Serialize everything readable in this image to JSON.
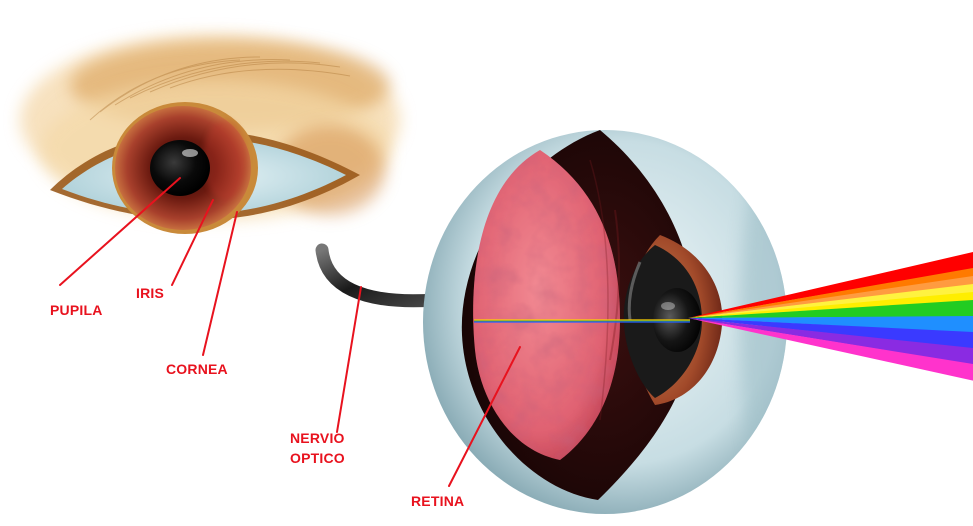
{
  "labels": {
    "pupila": "PUPILA",
    "iris": "IRIS",
    "cornea": "CORNEA",
    "nervio": "NERVIO",
    "optico": "OPTICO",
    "retina": "RETINA"
  },
  "colors": {
    "label_text": "#e8121e",
    "leader_line": "#e8121e",
    "sclera": "#cfe6ec",
    "iris": "#8a2a1c",
    "pupil": "#0a0a0a",
    "retina": "#e46a78",
    "eyeball_shell": "#c9dde2"
  },
  "spectrum_colors": [
    "#ff0000",
    "#ff7a00",
    "#ffee00",
    "#22cc22",
    "#1f8fff",
    "#3a3aff",
    "#8a2be2",
    "#ff33cc"
  ]
}
